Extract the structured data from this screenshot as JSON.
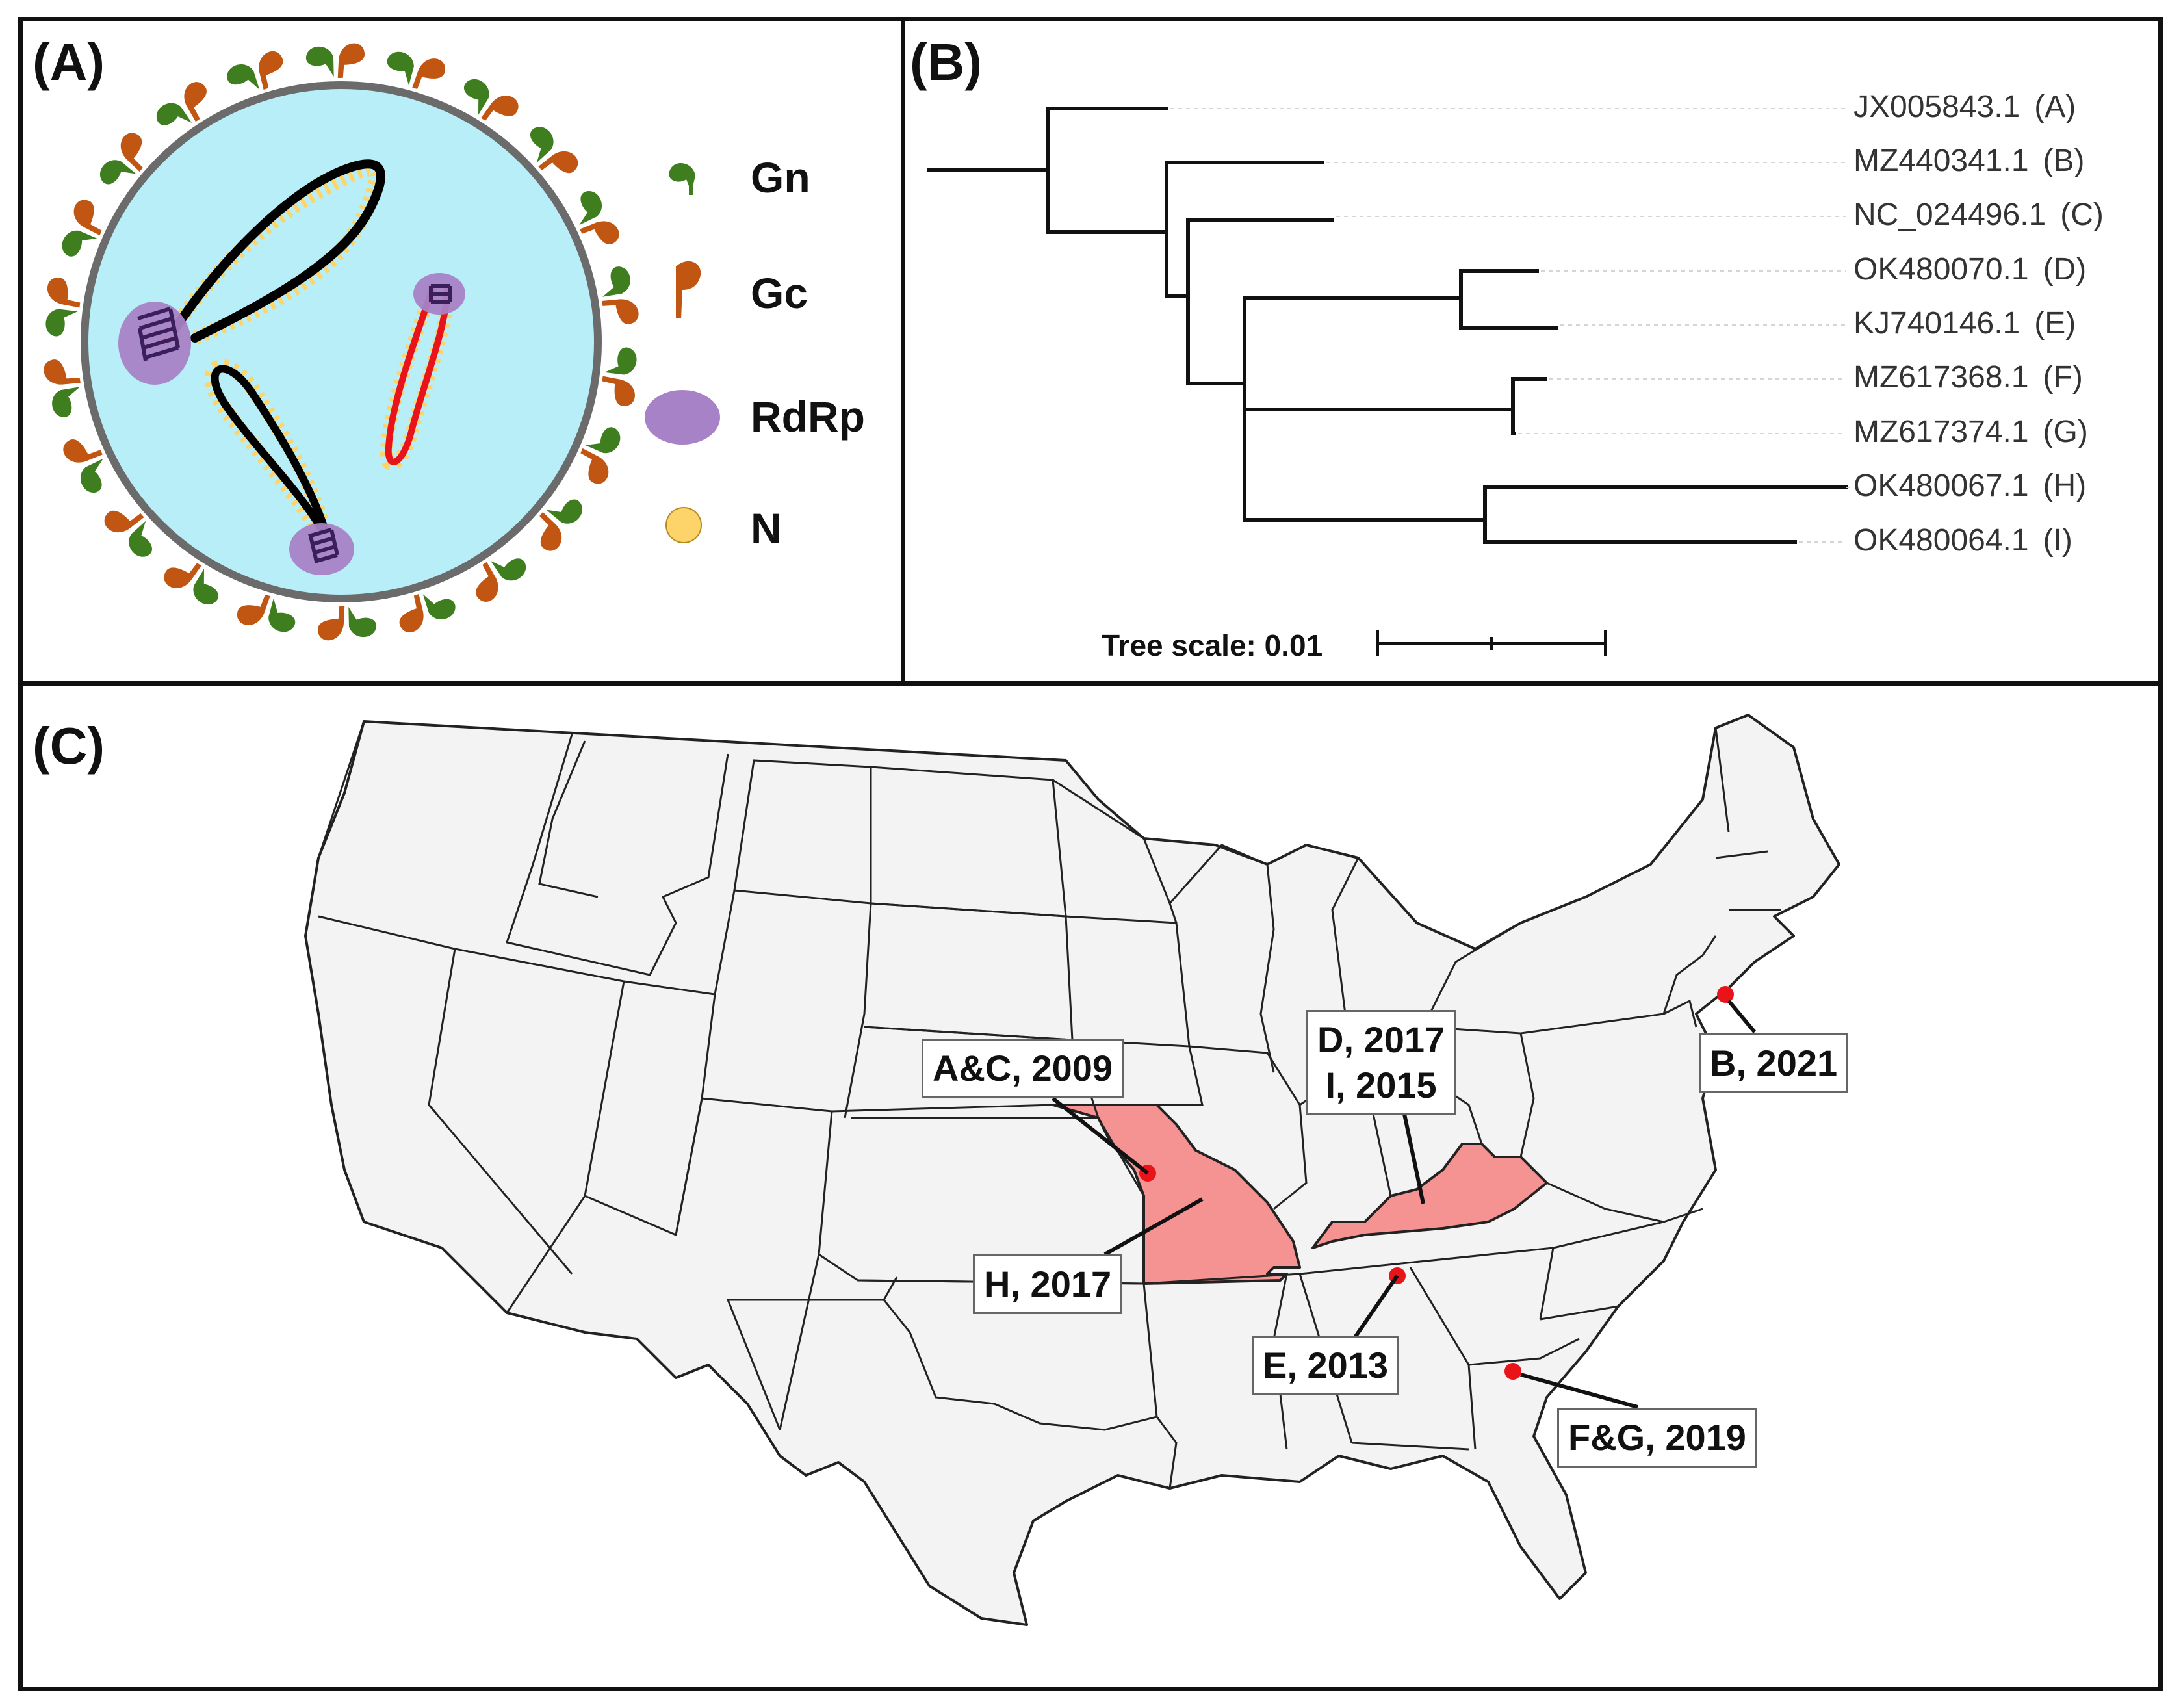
{
  "panels": {
    "a": {
      "letter": "(A)"
    },
    "b": {
      "letter": "(B)"
    },
    "c": {
      "letter": "(C)"
    }
  },
  "legend": [
    {
      "key": "gn",
      "label": "Gn",
      "color": "#3f7e1e"
    },
    {
      "key": "gc",
      "label": "Gc",
      "color": "#c05611"
    },
    {
      "key": "rdrp",
      "label": "RdRp",
      "color": "#a882c6"
    },
    {
      "key": "n",
      "label": "N",
      "color": "#fcd46a"
    }
  ],
  "colors": {
    "virion_fill": "#b7eef8",
    "virion_border": "#6b6b6b",
    "segment_black": "#000000",
    "segment_red": "#e8141a",
    "highlight_state": "#f59393",
    "state_fill": "#f3f3f3",
    "site_dot": "#e8141a"
  },
  "tree": {
    "leaves": [
      {
        "accession": "JX005843.1",
        "tag": "(A)"
      },
      {
        "accession": "MZ440341.1",
        "tag": "(B)"
      },
      {
        "accession": "NC_024496.1",
        "tag": "(C)"
      },
      {
        "accession": "OK480070.1",
        "tag": "(D)"
      },
      {
        "accession": "KJ740146.1",
        "tag": "(E)"
      },
      {
        "accession": "MZ617368.1",
        "tag": "(F)"
      },
      {
        "accession": "MZ617374.1",
        "tag": "(G)"
      },
      {
        "accession": "OK480067.1",
        "tag": "(H)"
      },
      {
        "accession": "OK480064.1",
        "tag": "(I)"
      }
    ],
    "scale_label": "Tree scale: 0.01"
  },
  "map": {
    "highlighted_states": [
      "Missouri",
      "Kentucky"
    ],
    "callouts": [
      {
        "key": "ac",
        "lines": [
          "A&C, 2009"
        ]
      },
      {
        "key": "h",
        "lines": [
          "H, 2017"
        ]
      },
      {
        "key": "di",
        "lines": [
          "D, 2017",
          "I, 2015"
        ]
      },
      {
        "key": "b",
        "lines": [
          "B, 2021"
        ]
      },
      {
        "key": "e",
        "lines": [
          "E, 2013"
        ]
      },
      {
        "key": "fg",
        "lines": [
          "F&G, 2019"
        ]
      }
    ]
  }
}
